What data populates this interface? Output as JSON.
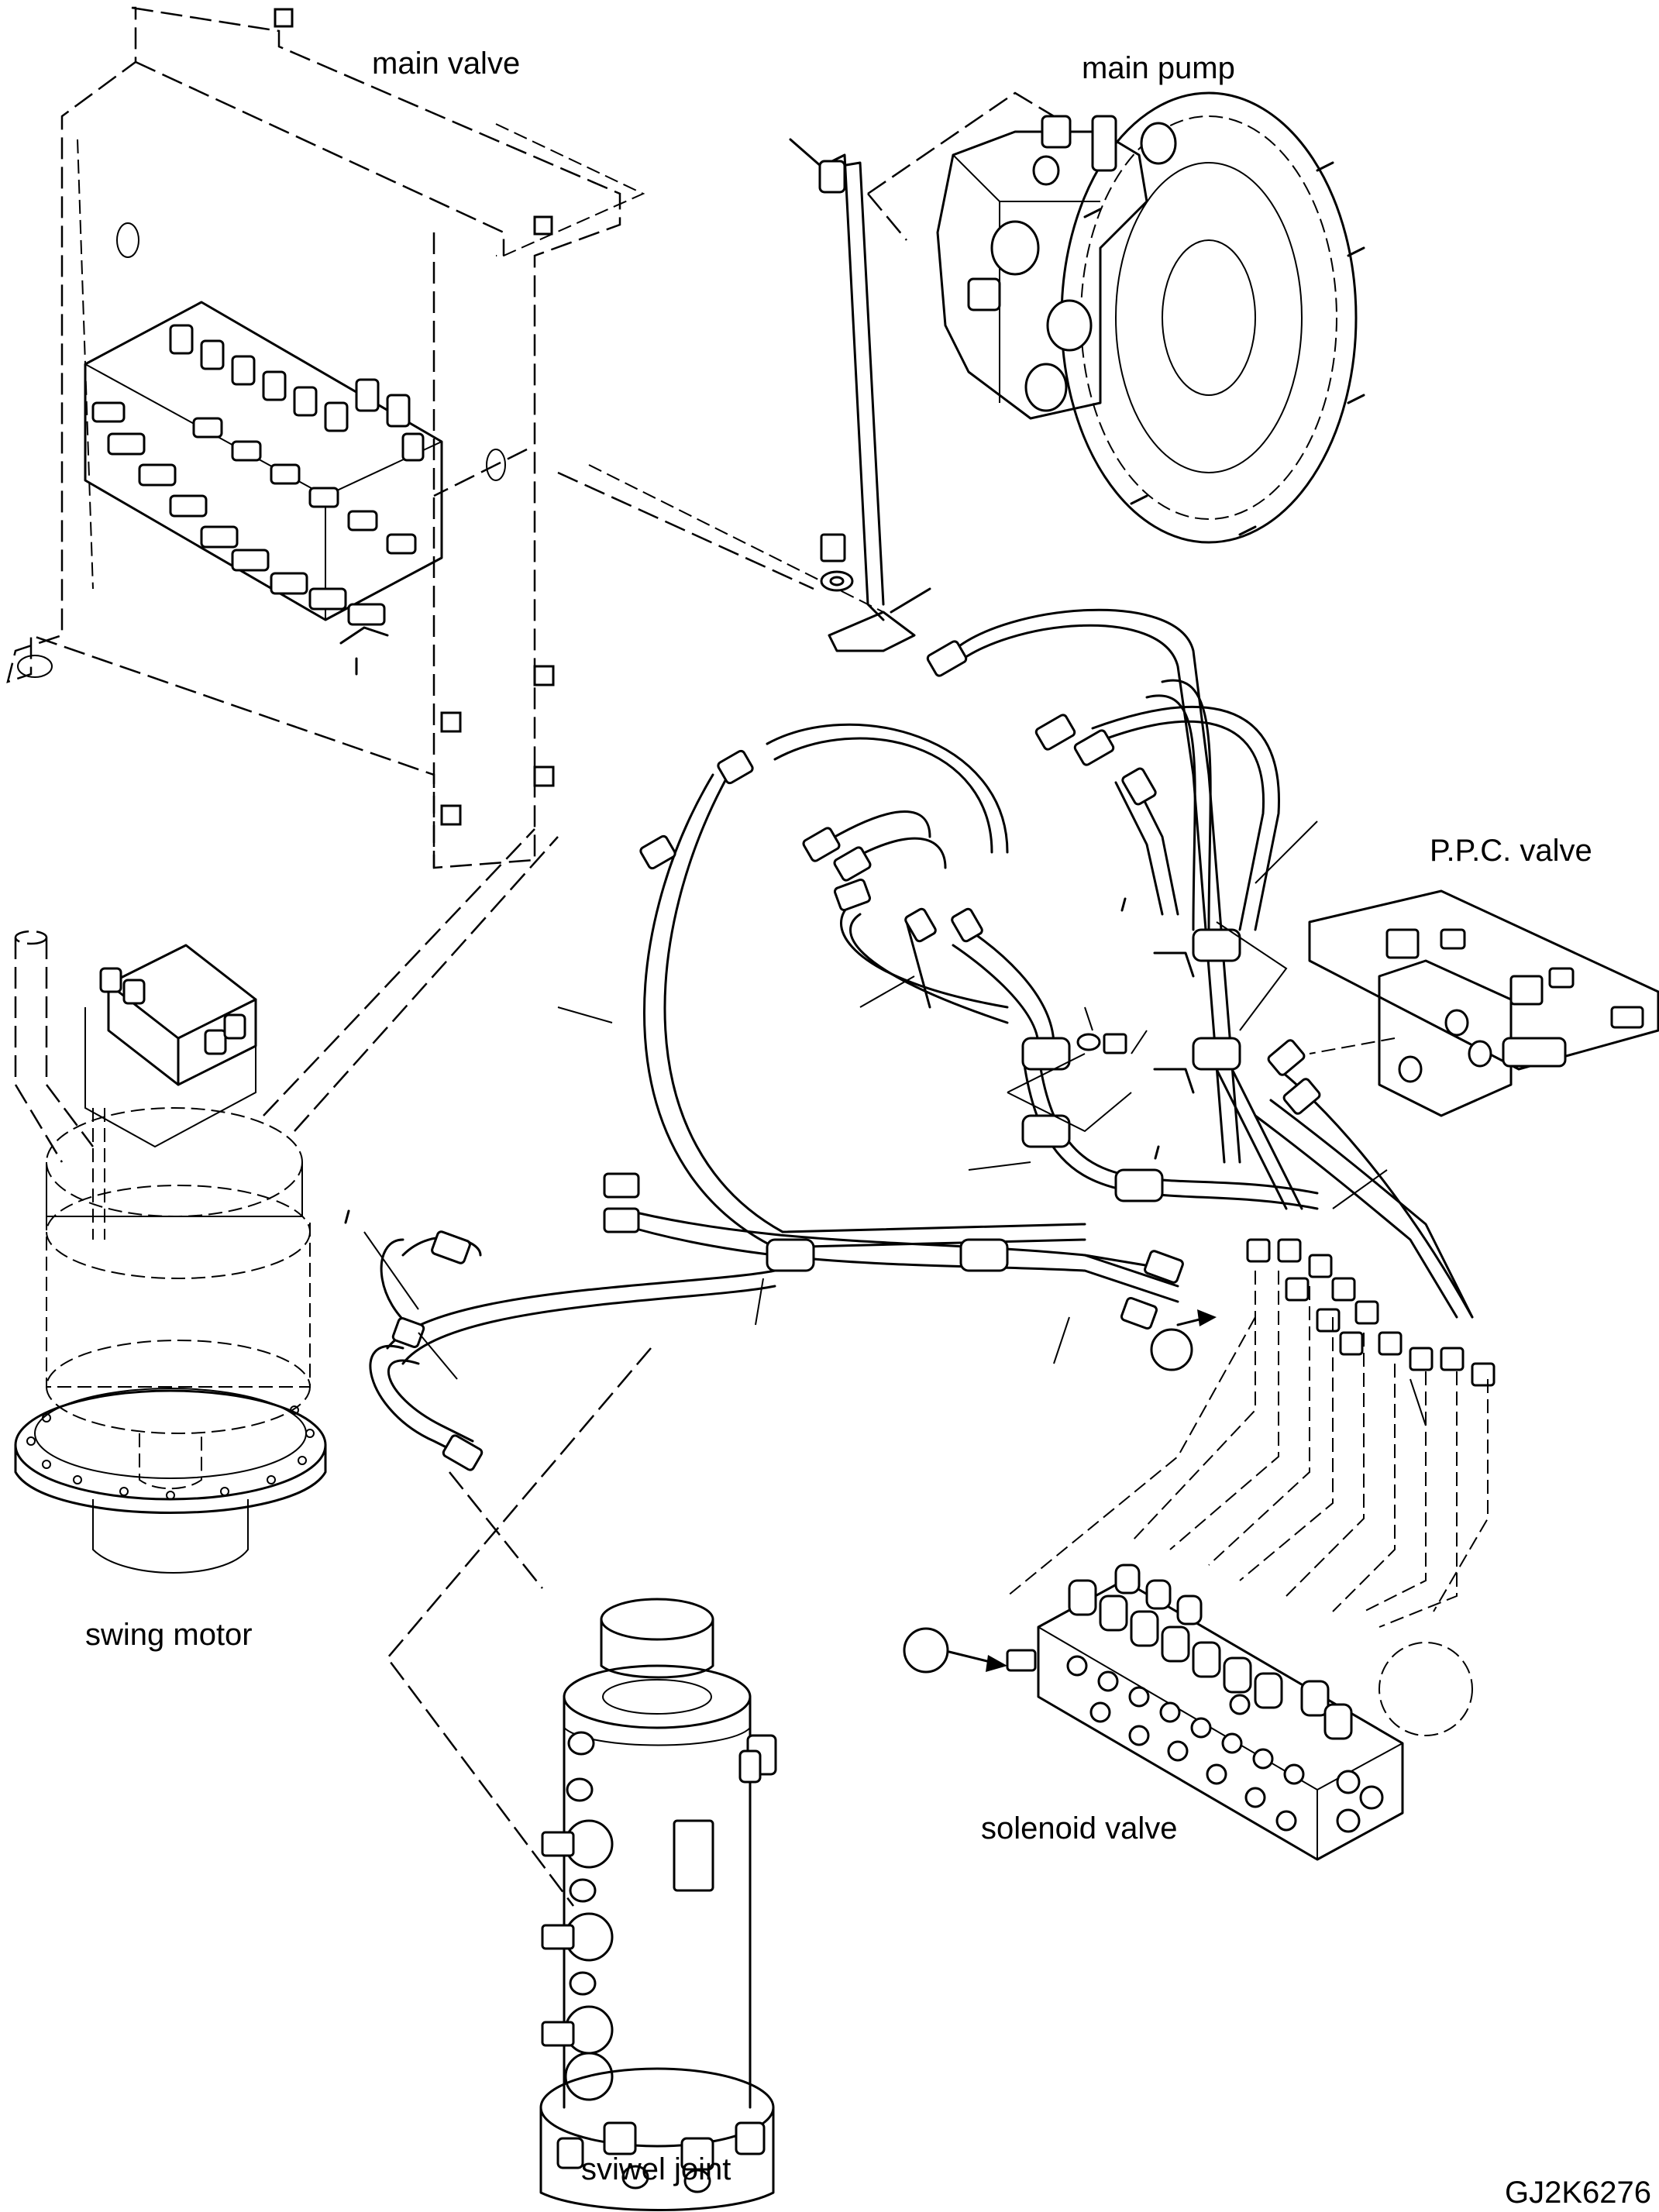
{
  "labels": {
    "main_valve": "main valve",
    "main_pump": "main pump",
    "ppc_valve": "P.P.C. valve",
    "swing_motor": "swing motor",
    "solenoid_valve": "solenoid valve",
    "swivel_joint": "sviwel joint",
    "drawing_code": "GJ2K6276"
  },
  "components": [
    {
      "id": "main-valve",
      "icon": "main-valve-drawing"
    },
    {
      "id": "main-pump",
      "icon": "main-pump-drawing"
    },
    {
      "id": "ppc-valve",
      "icon": "ppc-valve-drawing"
    },
    {
      "id": "swing-motor",
      "icon": "swing-motor-drawing"
    },
    {
      "id": "solenoid-valve",
      "icon": "solenoid-valve-drawing"
    },
    {
      "id": "swivel-joint",
      "icon": "swivel-joint-drawing"
    },
    {
      "id": "hose-harness",
      "icon": "hose-assembly-drawing"
    }
  ]
}
